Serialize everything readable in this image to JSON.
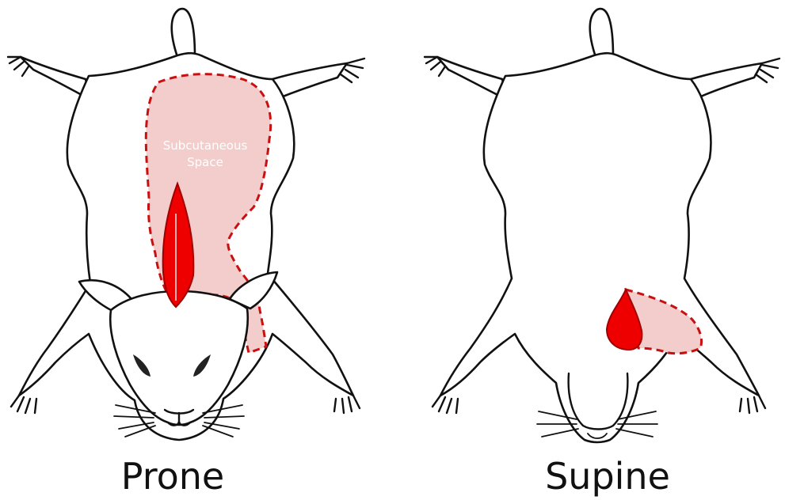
{
  "figure": {
    "panels": [
      {
        "id": "prone",
        "label": "Prone"
      },
      {
        "id": "supine",
        "label": "Supine"
      }
    ],
    "annotation": {
      "line1": "Subcutaneous",
      "line2": "Space"
    },
    "colors": {
      "outline": "#111111",
      "subcutaneous_fill": "#f3cccc",
      "subcutaneous_border": "#c91010",
      "injection": "#ee0000"
    }
  }
}
